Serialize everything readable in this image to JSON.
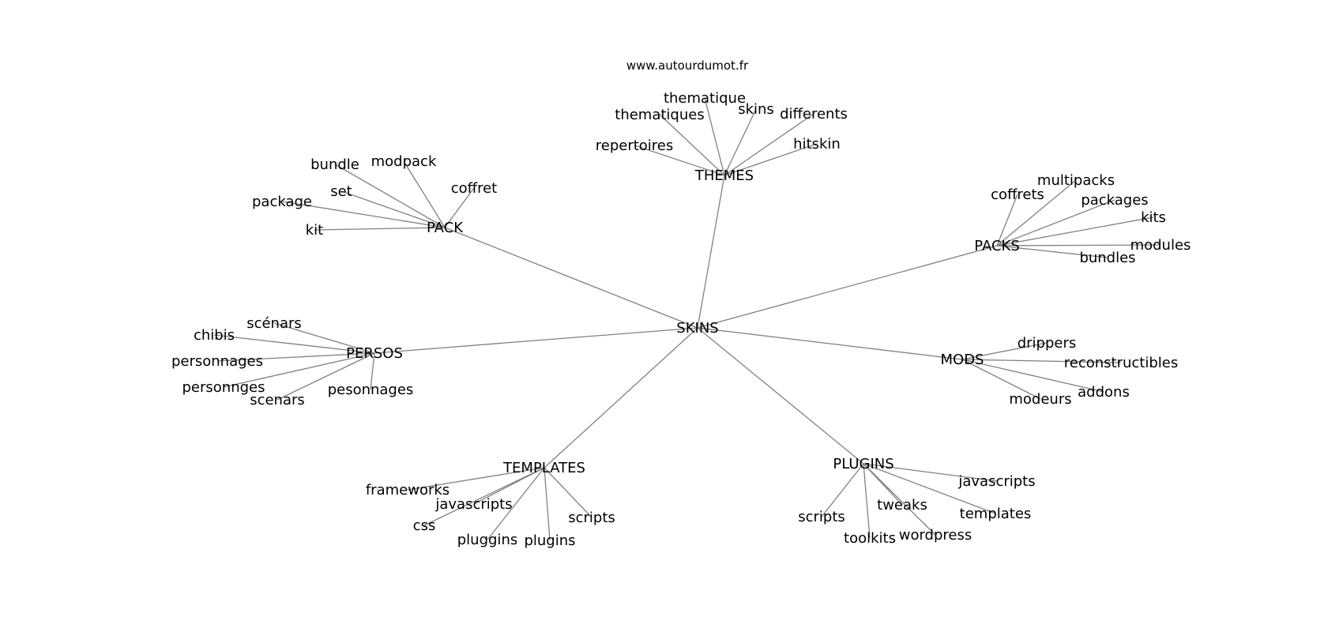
{
  "source_text": "www.autourdumot.fr",
  "root": "SKINS",
  "hubs": [
    {
      "id": "themes",
      "label": "THEMES",
      "leaves": [
        "thematique",
        "thematiques",
        "skins",
        "differents",
        "repertoires",
        "hitskin"
      ]
    },
    {
      "id": "pack",
      "label": "PACK",
      "leaves": [
        "bundle",
        "modpack",
        "coffret",
        "set",
        "package",
        "kit"
      ]
    },
    {
      "id": "packs",
      "label": "PACKS",
      "leaves": [
        "multipacks",
        "coffrets",
        "packages",
        "kits",
        "modules",
        "bundles"
      ]
    },
    {
      "id": "persos",
      "label": "PERSOS",
      "leaves": [
        "scénars",
        "chibis",
        "personnages",
        "personnges",
        "scenars",
        "pesonnages"
      ]
    },
    {
      "id": "mods",
      "label": "MODS",
      "leaves": [
        "drippers",
        "reconstructibles",
        "addons",
        "modeurs"
      ]
    },
    {
      "id": "templates",
      "label": "TEMPLATES",
      "leaves": [
        "frameworks",
        "javascripts",
        "css",
        "pluggins",
        "plugins",
        "scripts"
      ]
    },
    {
      "id": "plugins",
      "label": "PLUGINS",
      "leaves": [
        "javascripts",
        "templates",
        "tweaks",
        "wordpress",
        "toolkits",
        "scripts"
      ]
    }
  ]
}
